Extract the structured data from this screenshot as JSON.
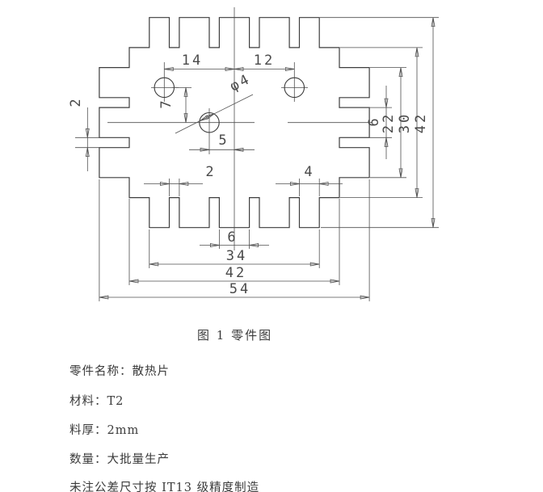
{
  "figure": {
    "caption": "图 1 零件图",
    "dims": {
      "hole_spacing_left": "14",
      "hole_spacing_right": "12",
      "hole_diameter": "φ4",
      "hole_height": "7",
      "center_hole_offset": "5",
      "left_notch_width": "2",
      "right_notch_gap": "6",
      "height_inner": "22",
      "height_mid": "30",
      "height_outer": "42",
      "bottom_slot_width": "2",
      "bottom_end_tooth_width": "4",
      "bottom_center_tooth_width": "6",
      "comb_width": "34",
      "body_width": "42",
      "overall_width": "54"
    }
  },
  "specs": [
    "零件名称：散热片",
    "材料：T2",
    "料厚：2mm",
    "数量：大批量生产",
    "未注公差尺寸按 IT13 级精度制造"
  ]
}
